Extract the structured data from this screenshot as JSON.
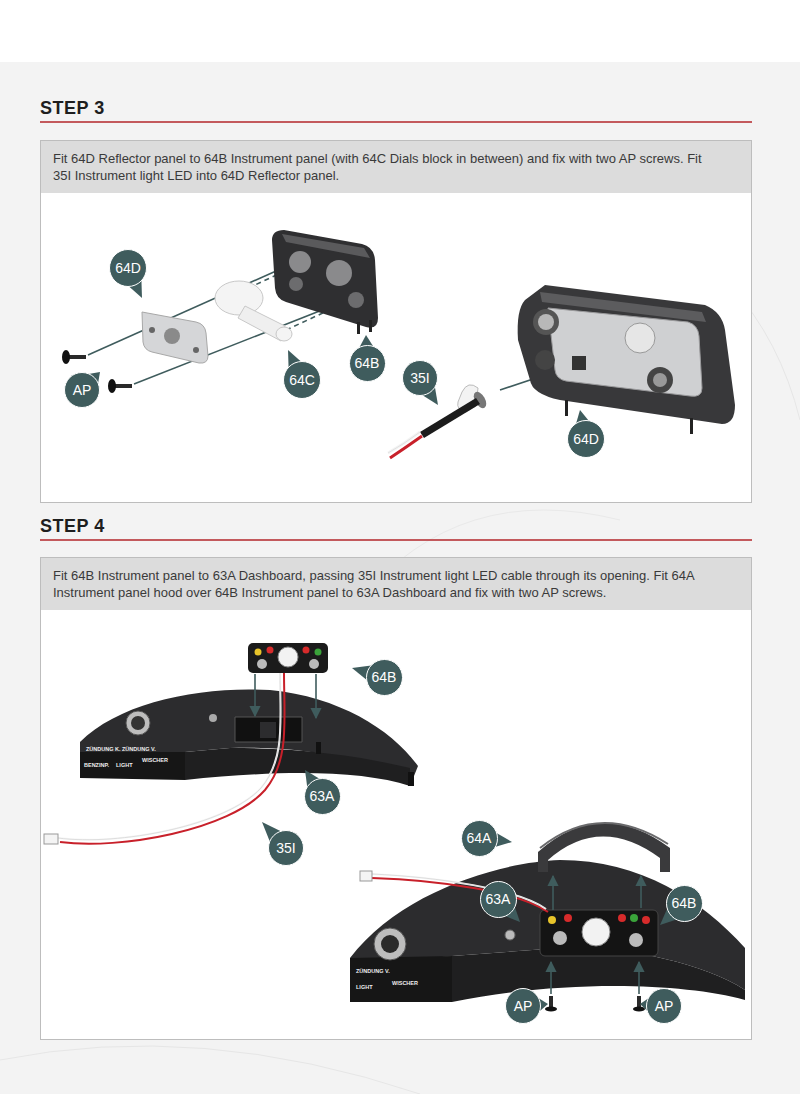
{
  "diagram": {
    "nodes": [
      {
        "text": [
          "STEP 3"
        ]
      },
      {
        "text": [
          "Fit 64D Reflector panel to 64B Instrument panel (with 64C Dials block in between) and fix with two AP screws. Fit 35I Instrument light LED into 64D Reflector panel."
        ],
        "in": 0
      },
      {
        "text": [
          "64D"
        ],
        "in": 0
      },
      {
        "text": [
          "AP"
        ],
        "in": 0
      },
      {
        "text": [
          "64C"
        ],
        "in": 0
      },
      {
        "text": [
          "64B"
        ],
        "in": 0
      },
      {
        "text": [
          "35I"
        ],
        "in": 0
      },
      {
        "text": [
          "64D"
        ],
        "in": 0
      },
      {
        "text": [
          "STEP 4"
        ]
      },
      {
        "text": [
          "Fit 64B Instrument panel to 63A Dashboard, passing 35I Instrument light LED cable through its opening. Fit 64A Instrument panel hood over 64B Instrument panel to 63A Dashboard and fix with two AP screws."
        ],
        "in": 8
      },
      {
        "text": [
          "64B"
        ],
        "in": 8
      },
      {
        "text": [
          "63A"
        ],
        "in": 8
      },
      {
        "text": [
          "35I"
        ],
        "in": 8
      },
      {
        "text": [
          "64A"
        ],
        "in": 8
      },
      {
        "text": [
          "63A"
        ],
        "in": 8
      },
      {
        "text": [
          "64B"
        ],
        "in": 8
      },
      {
        "text": [
          "AP"
        ],
        "in": 8
      },
      {
        "text": [
          "AP"
        ],
        "in": 8
      }
    ],
    "labels": [
      "ZÜNDUNG K.",
      "ZÜNDUNG V.",
      "BENZINP.",
      "LIGHT",
      "WISCHER",
      "ZÜNDUNG V.",
      "LIGHT",
      "WISCHER"
    ]
  }
}
